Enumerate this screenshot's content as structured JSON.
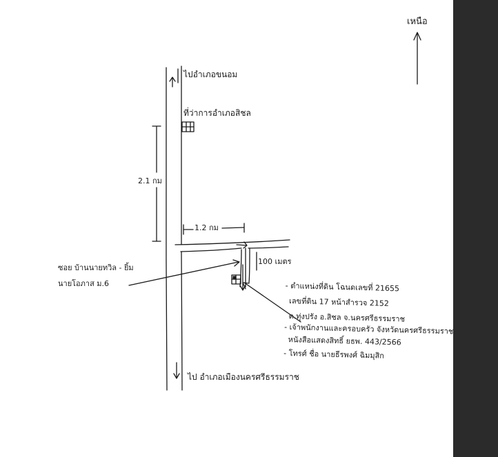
{
  "north_label": "เหนือ",
  "road_labels": {
    "to_north": "ไปอำเภอขนอม",
    "to_south": "ไป อำเภอเมืองนครศรีธรรมราช"
  },
  "landmark_label": "ที่ว่าการอำเภอสิชล",
  "distances": {
    "main_road": "2.1 กม",
    "side_road": "1.2 กม",
    "lane": "100 เมตร"
  },
  "soi_label": {
    "line1": "ซอย บ้านนายทวิล - ยิ้ม",
    "line2": "นายโอภาส ม.6"
  },
  "notes": [
    "- ตำแหน่งที่ดิน โฉนดเลขที่ 21655",
    "เลขที่ดิน 17 หน้าสำรวจ 2152",
    "ต.ทุ่งปรัง อ.สิชล จ.นครศรีธรรมราช",
    "- เจ้าพนักงานและครอบครัว จังหวัดนครศรีธรรมราช",
    "หนังสือแสดงสิทธิ์ ยธพ. 443/2566",
    "- โทรศ์ ชื่อ นายธีรพงศ์ ฉิมมุสิก"
  ],
  "colors": {
    "ink": "#1a1a1a",
    "paper": "#ffffff",
    "side_strip": "#2b2b2b"
  },
  "icons": [
    "north-arrow-icon",
    "building-icon",
    "land-plot-icon"
  ]
}
